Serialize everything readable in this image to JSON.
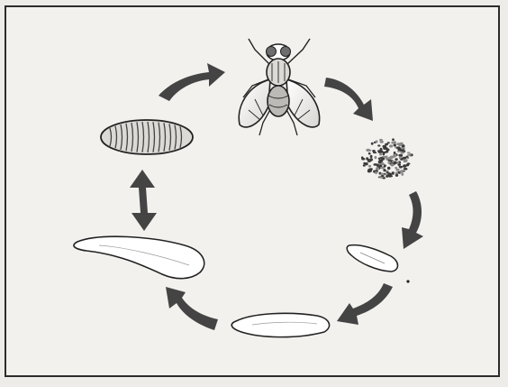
{
  "diagram": {
    "stages": [
      {
        "id": "adult",
        "icon": "fly-icon"
      },
      {
        "id": "eggs",
        "icon": "egg-cluster-icon"
      },
      {
        "id": "young-larva",
        "icon": "small-larva-icon"
      },
      {
        "id": "larva",
        "icon": "medium-larva-icon"
      },
      {
        "id": "mature-larva",
        "icon": "large-larva-icon"
      },
      {
        "id": "pupa",
        "icon": "pupa-icon"
      }
    ],
    "arrow_color": "#444444",
    "line_color": "#222222",
    "background": "#f3f1ee"
  }
}
